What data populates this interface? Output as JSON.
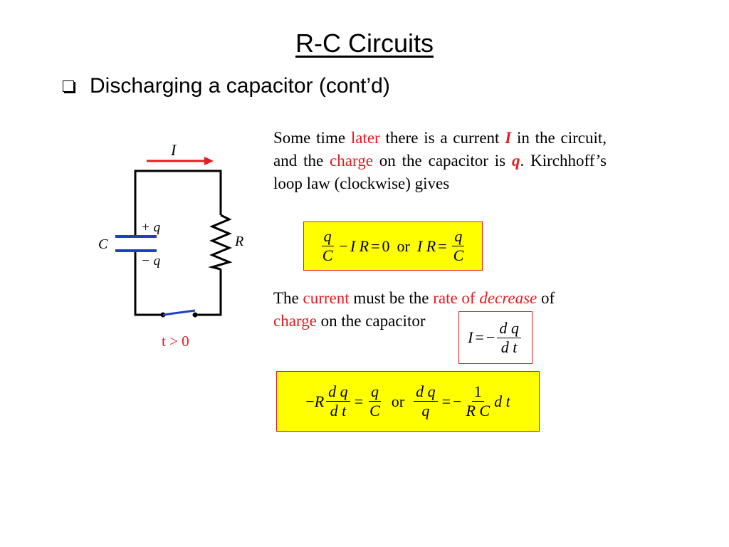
{
  "title": "R-C Circuits",
  "bullet": "Discharging a capacitor (cont’d)",
  "circuit": {
    "current_label": "I",
    "capacitor_label": "C",
    "plus_q": "+ q",
    "minus_q": "− q",
    "resistor_label": "R",
    "time_label": "t > 0",
    "colors": {
      "wire": "#000000",
      "capacitor": "#1f3fbf",
      "arrow": "#e8191f",
      "switch": "#1f3fbf"
    }
  },
  "para1": {
    "t1": "Some time ",
    "later": "later",
    "t2": " there is a current ",
    "I": "I",
    "t3": " in the circuit, and the ",
    "charge": "charge",
    "t4": " on the capacitor is ",
    "q": "q",
    "t5": ". Kirchhoff’s loop law (clockwise) gives"
  },
  "eq1": {
    "q": "q",
    "C": "C",
    "minus": "−",
    "I": "I",
    "R": "R",
    "eq": "=",
    "zero": "0",
    "or": "or"
  },
  "para2": {
    "t1": "The ",
    "current": "current",
    "t2": " must be the ",
    "rate_of": "rate of ",
    "decrease": "decrease",
    "t3": " of",
    "charge": "charge",
    "t4": " on the capacitor"
  },
  "eq2": {
    "I": "I",
    "eq": "=",
    "minus": "−",
    "dq": "d q",
    "dt": "d t"
  },
  "eq3": {
    "minus": "−",
    "R": "R",
    "dq": "d q",
    "dt": "d t",
    "eq": "=",
    "q": "q",
    "C": "C",
    "or": "or",
    "one": "1",
    "RC": "R C",
    "dt2": "d t"
  },
  "colors": {
    "accent_red": "#e8191f",
    "highlight_yellow": "#ffff00"
  }
}
